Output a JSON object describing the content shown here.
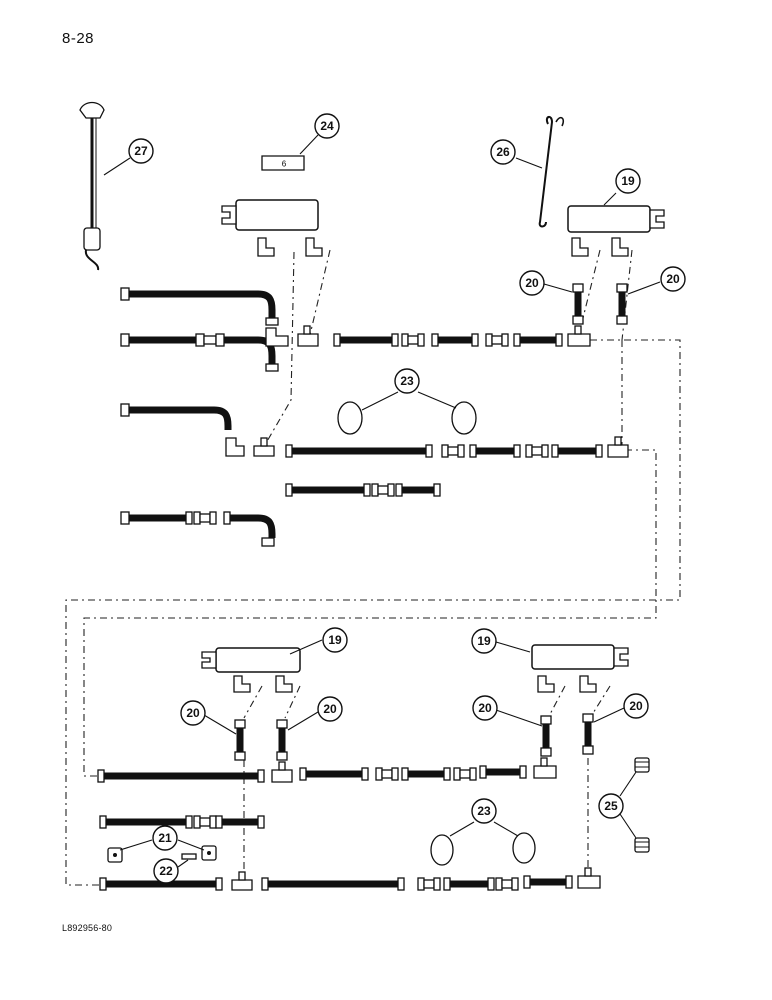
{
  "page": {
    "number": "8-28",
    "figure_id": "L892956-80"
  },
  "callouts": {
    "c19a": "19",
    "c19b": "19",
    "c19c": "19",
    "c20a": "20",
    "c20b": "20",
    "c20c": "20",
    "c20d": "20",
    "c20e": "20",
    "c20f": "20",
    "c21": "21",
    "c22": "22",
    "c23a": "23",
    "c23b": "23",
    "c24": "24",
    "c25": "25",
    "c26": "26",
    "c27": "27"
  },
  "labels": {
    "bracket_mark": "6"
  },
  "colors": {
    "ink": "#111111",
    "paper": "#ffffff"
  }
}
